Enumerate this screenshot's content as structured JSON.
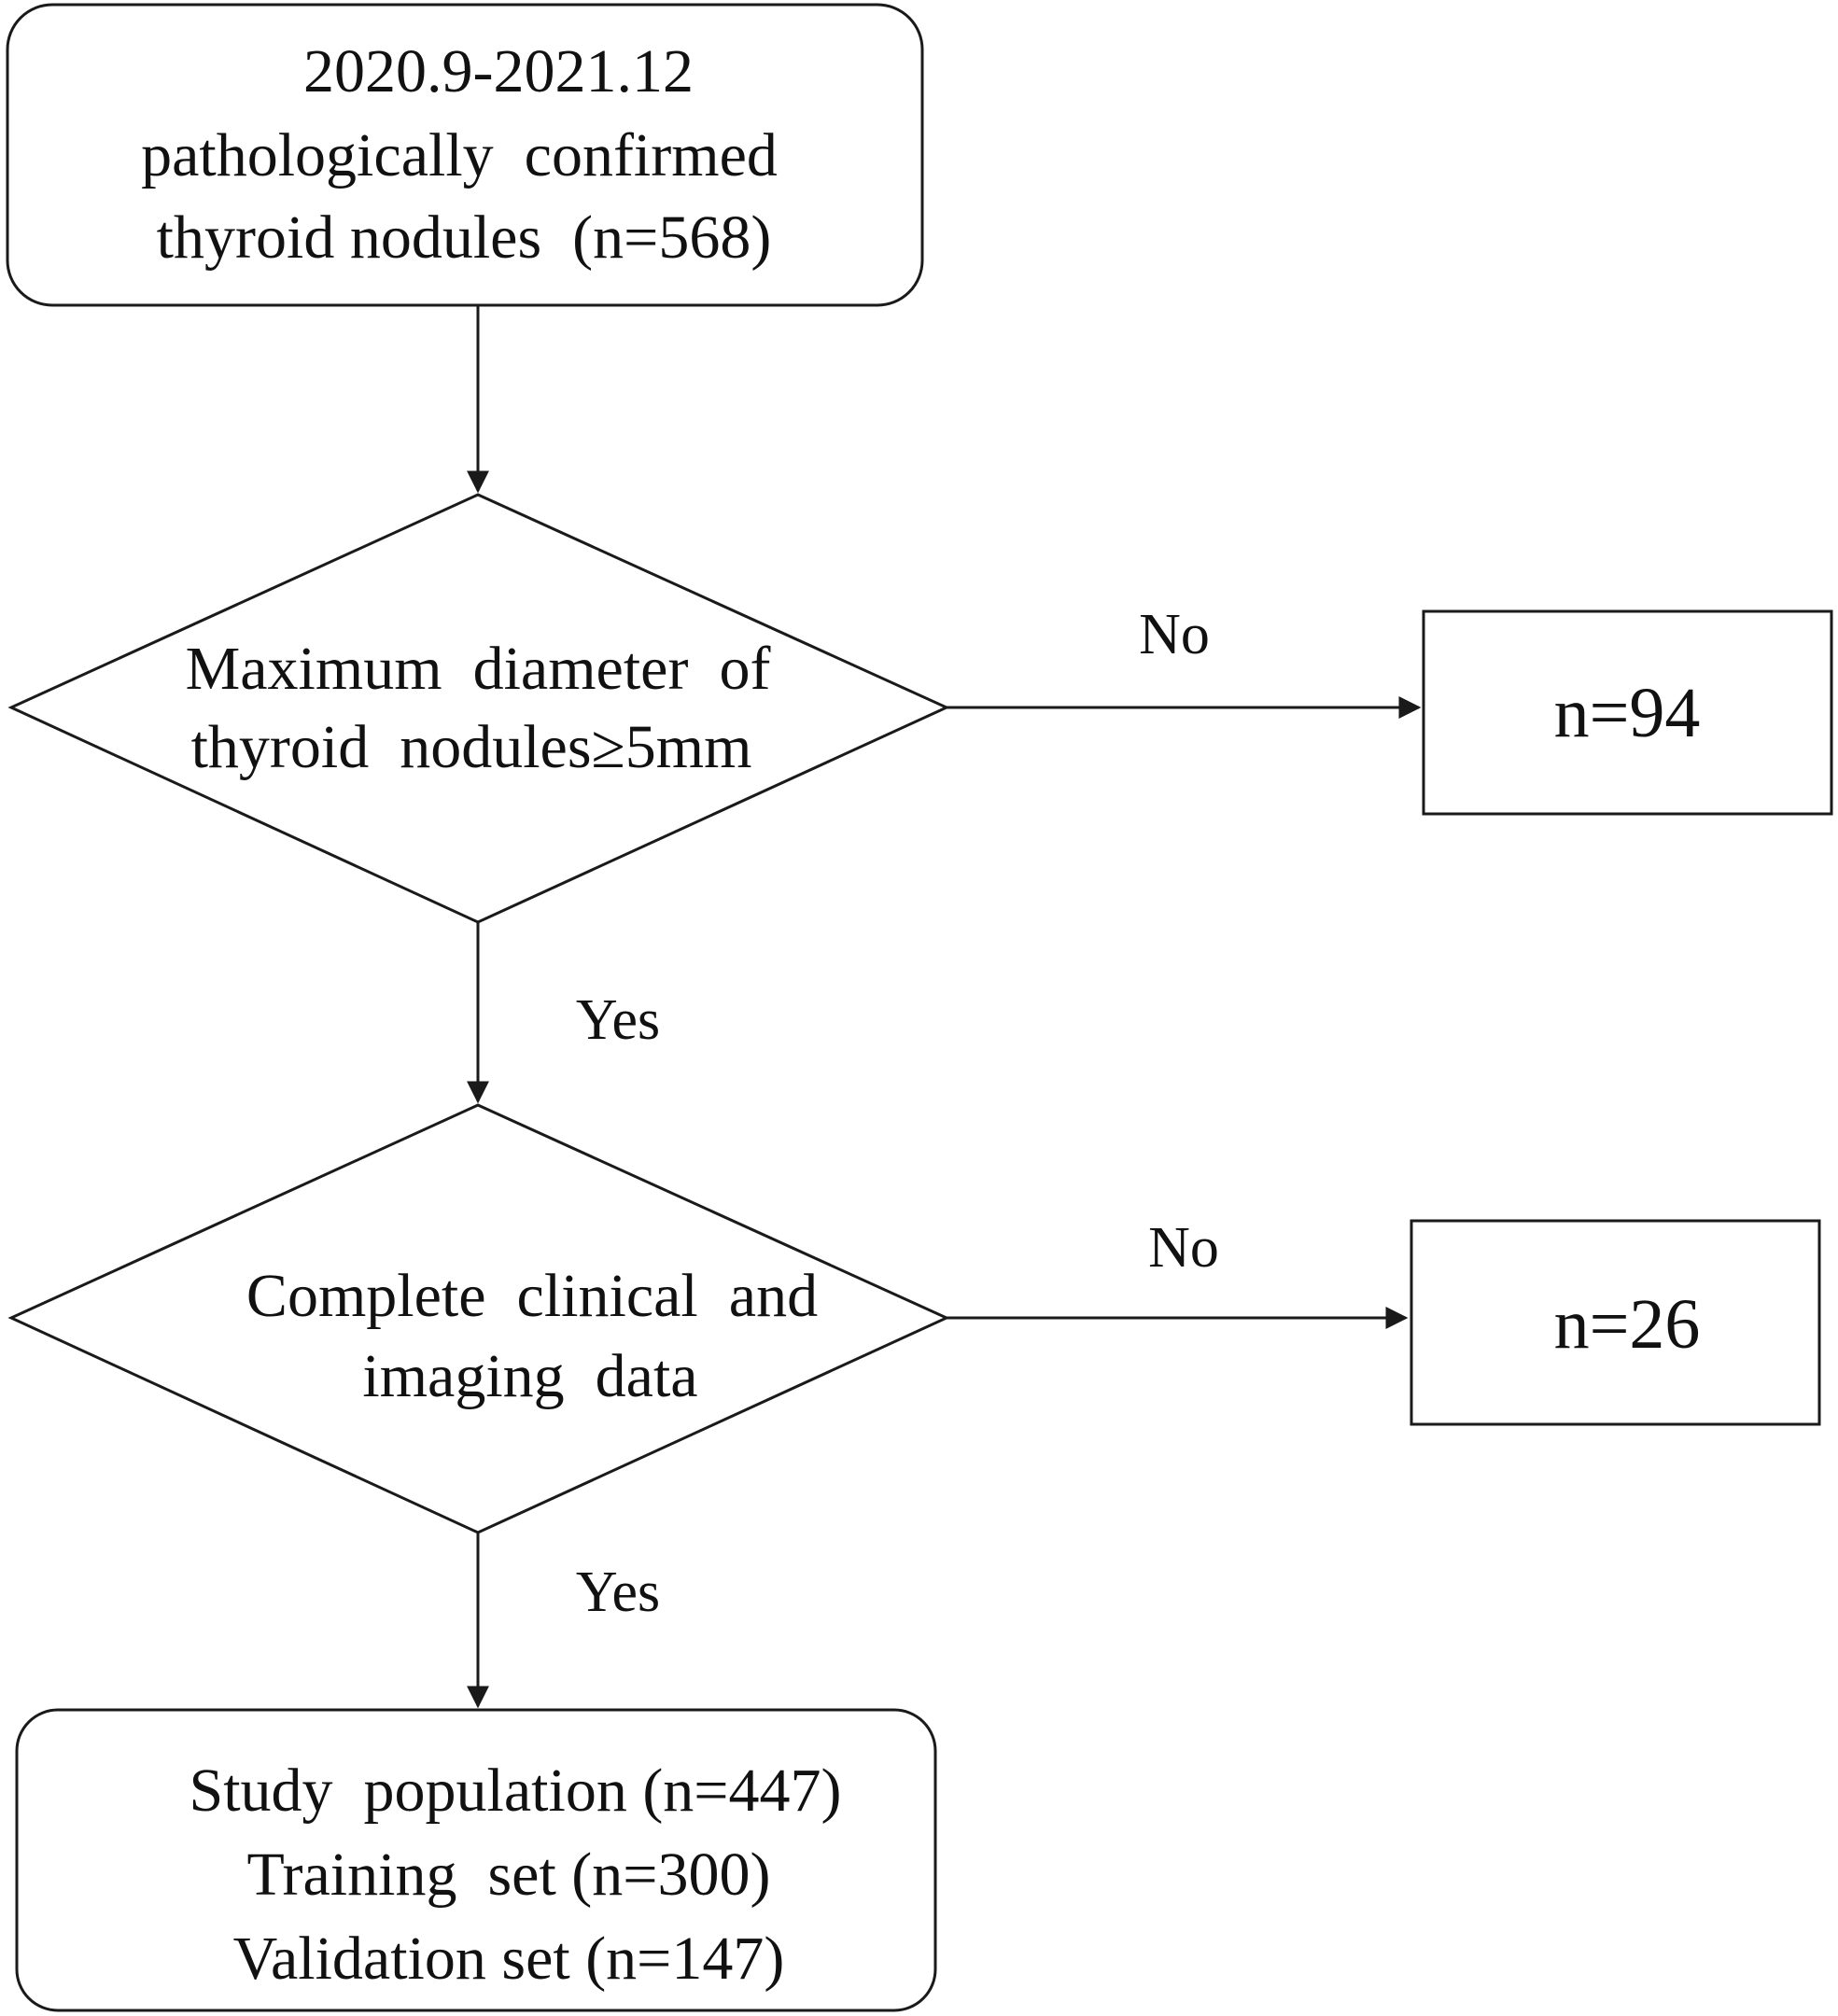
{
  "nodes": {
    "start": {
      "lines": [
        "2020.9-2021.12",
        "pathologically  confirmed",
        "thyroid nodules  (n=568)"
      ]
    },
    "decision_1": {
      "lines": [
        "Maximum  diameter  of",
        "thyroid  nodules≥5mm"
      ]
    },
    "excluded_1": {
      "lines": [
        "n=94"
      ]
    },
    "decision_2": {
      "lines": [
        "Complete  clinical  and",
        "imaging  data"
      ]
    },
    "excluded_2": {
      "lines": [
        "n=26"
      ]
    },
    "result": {
      "lines": [
        "Study  population (n=447)",
        "Training  set (n=300)",
        "Validation set (n=147)"
      ]
    }
  },
  "edges": {
    "d1_no": "No",
    "d1_yes": "Yes",
    "d2_no": "No",
    "d2_yes": "Yes"
  }
}
